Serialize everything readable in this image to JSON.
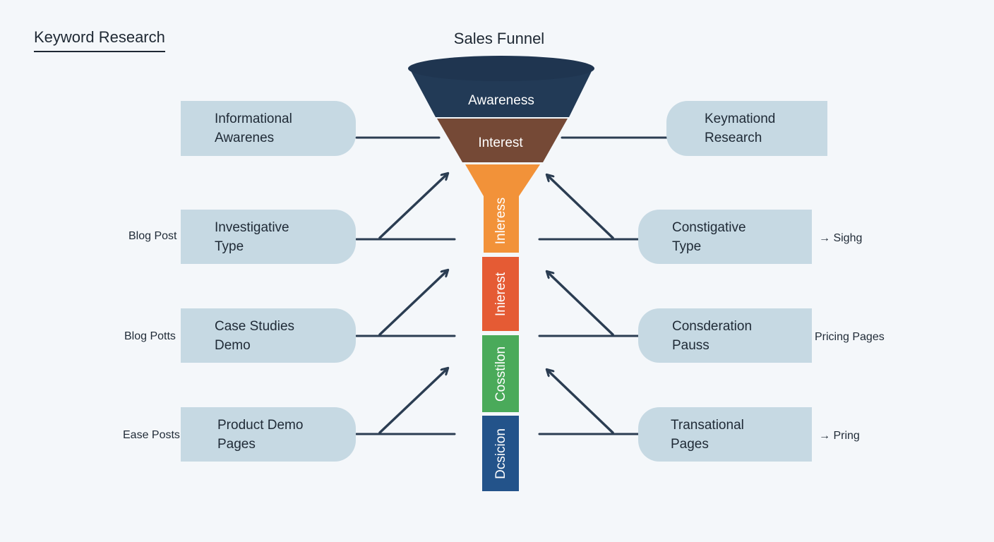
{
  "header": {
    "title": "Keyword Research",
    "funnel_title": "Sales Funnel"
  },
  "funnel": {
    "top_stages": [
      {
        "label": "Awareness",
        "color": "#223a56"
      },
      {
        "label": "Interest",
        "color": "#754936"
      }
    ],
    "column_stages": [
      {
        "label": "Inleress",
        "color": "#f29239"
      },
      {
        "label": "Inierest",
        "color": "#e55b34"
      },
      {
        "label": "Cosstilon",
        "color": "#4aaa5a"
      },
      {
        "label": "Dcsicion",
        "color": "#23538a"
      }
    ],
    "rim_color": "#1f3550"
  },
  "left_boxes": [
    {
      "line1": "Informational",
      "line2": "Awarenes"
    },
    {
      "line1": "Investigative",
      "line2": "Type"
    },
    {
      "line1": "Case Studies",
      "line2": "Demo"
    },
    {
      "line1": "Product Demo",
      "line2": "Pages"
    }
  ],
  "right_boxes": [
    {
      "line1": "Keymationd",
      "line2": "Research"
    },
    {
      "line1": "Constigative",
      "line2": "Type"
    },
    {
      "line1": "Consderation",
      "line2": "Pauss"
    },
    {
      "line1": "Transational",
      "line2": "Pages"
    }
  ],
  "left_labels": [
    "Blog Post",
    "Blog Potts",
    "Ease Posts"
  ],
  "right_labels": [
    "→ Sighg",
    "Pricing Pages",
    "→ Pring"
  ],
  "colors": {
    "box": "#c6d9e3",
    "connector": "#2b3d52",
    "background": "#f4f7fa"
  }
}
